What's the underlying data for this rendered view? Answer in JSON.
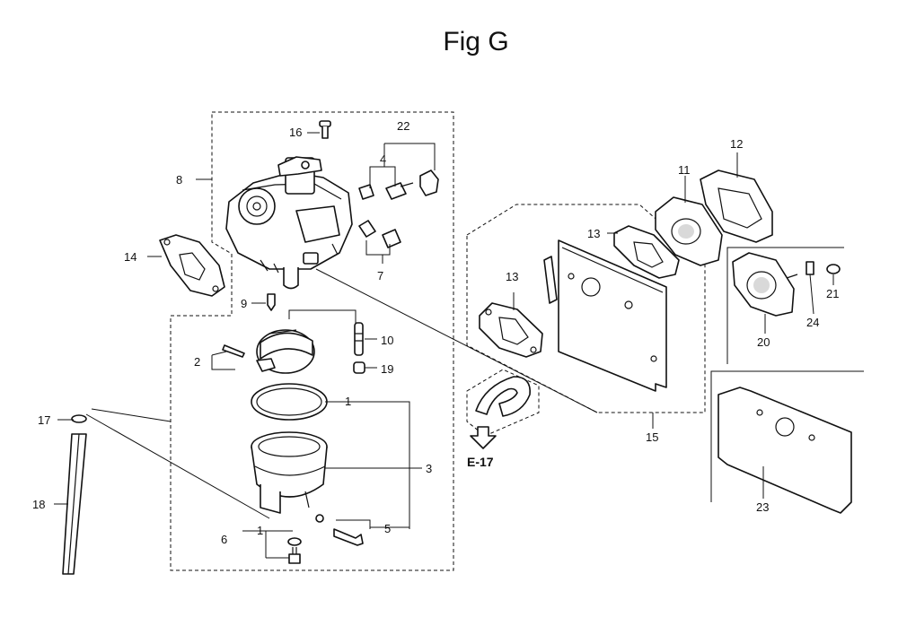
{
  "figure": {
    "title": "Fig G",
    "ref_label": "E-17"
  },
  "callouts": [
    {
      "id": "c1a",
      "text": "1"
    },
    {
      "id": "c1b",
      "text": "1"
    },
    {
      "id": "c2",
      "text": "2"
    },
    {
      "id": "c3",
      "text": "3"
    },
    {
      "id": "c4",
      "text": "4"
    },
    {
      "id": "c5",
      "text": "5"
    },
    {
      "id": "c6",
      "text": "6"
    },
    {
      "id": "c7",
      "text": "7"
    },
    {
      "id": "c8",
      "text": "8"
    },
    {
      "id": "c9",
      "text": "9"
    },
    {
      "id": "c10",
      "text": "10"
    },
    {
      "id": "c11",
      "text": "11"
    },
    {
      "id": "c12",
      "text": "12"
    },
    {
      "id": "c13a",
      "text": "13"
    },
    {
      "id": "c13b",
      "text": "13"
    },
    {
      "id": "c14",
      "text": "14"
    },
    {
      "id": "c15",
      "text": "15"
    },
    {
      "id": "c16",
      "text": "16"
    },
    {
      "id": "c17",
      "text": "17"
    },
    {
      "id": "c18",
      "text": "18"
    },
    {
      "id": "c19",
      "text": "19"
    },
    {
      "id": "c20",
      "text": "20"
    },
    {
      "id": "c21",
      "text": "21"
    },
    {
      "id": "c22",
      "text": "22"
    },
    {
      "id": "c23",
      "text": "23"
    },
    {
      "id": "c24",
      "text": "24"
    }
  ]
}
